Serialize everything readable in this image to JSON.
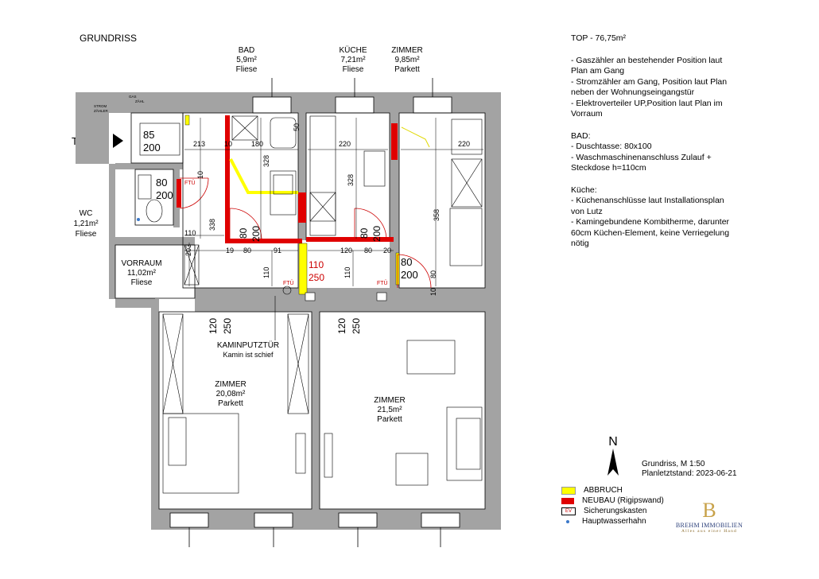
{
  "header": {
    "title": "GRUNDRISS"
  },
  "entrance_label": "Top",
  "rooms": {
    "bad": {
      "name": "BAD",
      "area": "5,9m²",
      "floor": "Fliese"
    },
    "kueche": {
      "name": "KÜCHE",
      "area": "7,21m²",
      "floor": "Fliese"
    },
    "zimmer_small": {
      "name": "ZIMMER",
      "area": "9,85m²",
      "floor": "Parkett"
    },
    "wc": {
      "name": "WC",
      "area": "1,21m²",
      "floor": "Fliese"
    },
    "vorraum": {
      "name": "VORRAUM",
      "area": "11,02m²",
      "floor": "Fliese"
    },
    "zimmer_left": {
      "name": "ZIMMER",
      "area": "20,08m²",
      "floor": "Parkett"
    },
    "zimmer_right": {
      "name": "ZIMMER",
      "area": "21,5m²",
      "floor": "Parkett"
    }
  },
  "plan_labels": {
    "kaminputztuer": "KAMINPUTZTÜR",
    "kamin_note": "Kamin ist schief",
    "ftu": "FTÜ",
    "ev": "EV",
    "strom": "STROM",
    "zaehler": "ZÄHLER",
    "gas": "GAS",
    "zl": "ZÄHL"
  },
  "dimensions": {
    "d85": "85",
    "d200": "200",
    "d80": "80",
    "d213": "213",
    "d10": "10",
    "d180": "180",
    "d328": "328",
    "d50": "50",
    "d220": "220",
    "d358": "358",
    "d338": "338",
    "d110": "110",
    "d203": "203",
    "d19": "19",
    "d91": "91",
    "d120": "120",
    "d20": "20",
    "d250": "250"
  },
  "notes": {
    "top_line": "TOP      - 76,75m²",
    "n1": "- Gaszähler an bestehender Position laut",
    "n1b": "Plan am Gang",
    "n2": "- Stromzähler am Gang, Position laut Plan",
    "n2b": "neben der Wohnungseingangstür",
    "n3": "- Elektroverteiler UP,Position laut Plan im",
    "n3b": "Vorraum",
    "bad_head": "BAD:",
    "bad1": "- Duschtasse: 80x100",
    "bad2": "- Waschmaschinenanschluss Zulauf  +",
    "bad2b": "Steckdose h=110cm",
    "kueche_head": "Küche:",
    "k1": "- Küchenanschlüsse laut Installationsplan",
    "k1b": "von Lutz",
    "k2": "- Kamingebundene Kombitherme, darunter",
    "k2b": "60cm Küchen-Element, keine Verriegelung",
    "k2c": "nötig"
  },
  "legend": {
    "abbruch": "ABBRUCH",
    "neubau": "NEUBAU (Rigipswand)",
    "sicherung": "Sicherungskasten",
    "wasser": "Hauptwasserhahn",
    "colors": {
      "abbruch": "#ffff00",
      "neubau": "#e00000",
      "wasser": "#3a78c9"
    }
  },
  "title_block": {
    "scale": "Grundriss, M 1:50",
    "date": "Planletztstand: 2023-06-21"
  },
  "north_label": "N",
  "logo": {
    "letter": "B",
    "name": "BREHM IMMOBILIEN",
    "tagline": "Alles aus einer Hand"
  },
  "colors": {
    "wall": "#a3a3a3",
    "new_wall": "#e00000",
    "demolish": "#ffff00",
    "door_arc": "#cc0000"
  }
}
